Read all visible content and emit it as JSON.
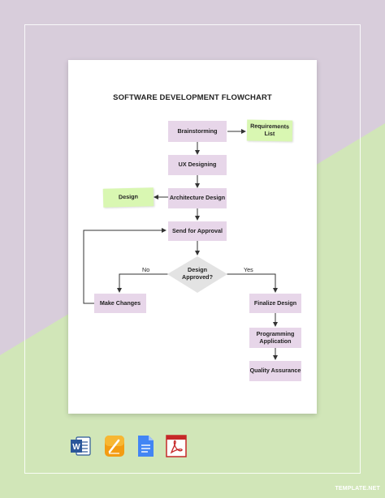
{
  "diagram": {
    "title": "SOFTWARE DEVELOPMENT FLOWCHART",
    "nodes": {
      "brainstorming": "Brainstorming",
      "requirements_list": "Requirements List",
      "ux_designing": "UX Designing",
      "architecture_design": "Architecture Design",
      "design_note": "Design",
      "send_for_approval": "Send for Approval",
      "design_approved": "Design Approved?",
      "make_changes": "Make Changes",
      "finalize_design": "Finalize Design",
      "programming_application": "Programming Application",
      "quality_assurance": "Quality Assurance"
    },
    "edge_labels": {
      "no": "No",
      "yes": "Yes"
    },
    "colors": {
      "process_fill": "#e7d6e9",
      "note_fill": "#d9f7b2",
      "decision_fill": "#e3e3e3",
      "background_top": "#d8cddb",
      "background_bottom": "#d1e6b8"
    }
  },
  "file_formats": [
    "word-icon",
    "pages-icon",
    "google-docs-icon",
    "pdf-icon"
  ],
  "watermark": "TEMPLATE.NET"
}
